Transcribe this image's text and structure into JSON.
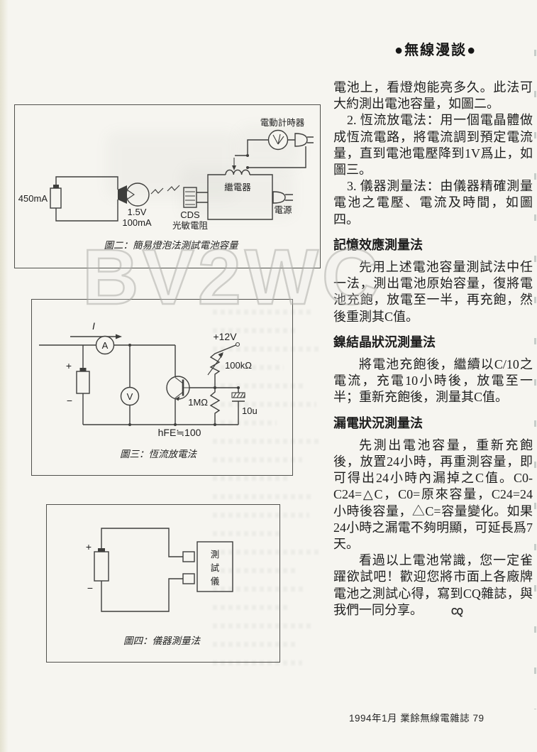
{
  "page": {
    "section_tag": "●無線漫談●",
    "footer": "1994年1月 業餘無線電雜誌 79",
    "watermark": "BV2WC",
    "end_mark": "CQ"
  },
  "article": {
    "blocks": [
      {
        "type": "p",
        "style": "continue",
        "text": "電池上，看燈炮能亮多久。此法可大約測出電池容量，如圖二。"
      },
      {
        "type": "p",
        "style": "num",
        "text": "2. 恆流放電法：用一個電晶體做成恆流電路，將電流調到預定電流量，直到電池電壓降到1V爲止，如圖三。"
      },
      {
        "type": "p",
        "style": "num",
        "text": "3. 儀器測量法：由儀器精確測量電池之電壓、電流及時間，如圖四。"
      },
      {
        "type": "h",
        "text": "記憶效應測量法"
      },
      {
        "type": "p",
        "style": "indent",
        "text": "先用上述電池容量測試法中任一法，測出電池原始容量，復將電池充飽，放電至一半，再充飽，然後重測其C值。"
      },
      {
        "type": "h",
        "text": "鎳結晶狀況測量法"
      },
      {
        "type": "p",
        "style": "indent",
        "text": "將電池充飽後，繼續以C/10之電流，充電10小時後，放電至一半；重新充飽後，測量其C值。"
      },
      {
        "type": "h",
        "text": "漏電狀況測量法"
      },
      {
        "type": "p",
        "style": "indent",
        "text": "先測出電池容量，重新充飽後，放置24小時，再重測容量，即可得出24小時內漏掉之C值。C0-C24=△C，C0=原來容量，C24=24小時後容量，△C=容量變化。如果24小時之漏電不夠明顯，可延長爲7天。"
      },
      {
        "type": "p",
        "style": "indent",
        "end_mark": true,
        "text": "看過以上電池常識，您一定雀躍欲試吧！歡迎您將市面上各廠牌電池之測試心得，寫到CQ雜誌，與我們一同分享。"
      }
    ]
  },
  "figures": {
    "fig2": {
      "caption": "圖二：簡易燈泡法測試電池容量",
      "labels": {
        "battery": "450mA",
        "bulb_voltage": "1.5V",
        "bulb_current": "100mA",
        "cds": "CDS",
        "cds_name": "光敏電阻",
        "relay": "繼電器",
        "power": "電源",
        "timer": "電動計時器"
      }
    },
    "fig3": {
      "caption": "圖三：恆流放電法",
      "labels": {
        "current": "I",
        "ammeter": "A",
        "voltmeter": "V",
        "supply": "+12V",
        "pot": "100kΩ",
        "resistor": "1MΩ",
        "capacitor": "10u",
        "gain": "hFE≒100",
        "plus": "+",
        "minus": "−"
      }
    },
    "fig4": {
      "caption": "圖四：儀器測量法",
      "labels": {
        "plus": "+",
        "minus": "−",
        "tester_chars": [
          "測",
          "試",
          "儀"
        ]
      }
    }
  }
}
